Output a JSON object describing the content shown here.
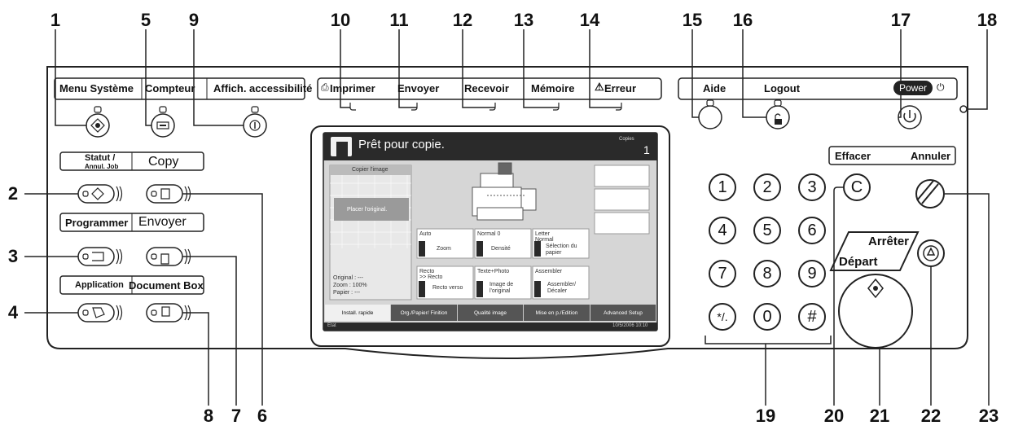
{
  "callouts": [
    "1",
    "2",
    "3",
    "4",
    "5",
    "6",
    "7",
    "8",
    "9",
    "10",
    "11",
    "12",
    "13",
    "14",
    "15",
    "16",
    "17",
    "18",
    "19",
    "20",
    "21",
    "22",
    "23"
  ],
  "panel": {
    "menu_systeme": "Menu Système",
    "compteur": "Compteur",
    "affich_access": "Affich. accessibilité",
    "imprimer": "Imprimer",
    "envoyer_ind": "Envoyer",
    "recevoir": "Recevoir",
    "memoire": "Mémoire",
    "erreur": "Erreur",
    "aide": "Aide",
    "logout": "Logout",
    "power": "Power",
    "statut": "Statut /",
    "annul_job": "Annul. Job",
    "copy": "Copy",
    "programmer": "Programmer",
    "envoyer": "Envoyer",
    "application": "Application",
    "document_box": "Document Box",
    "effacer": "Effacer",
    "annuler": "Annuler",
    "arreter": "Arrêter",
    "depart": "Départ",
    "keypad": [
      "1",
      "2",
      "3",
      "4",
      "5",
      "6",
      "7",
      "8",
      "9",
      "*/.",
      "0",
      "#",
      "C"
    ]
  },
  "screen": {
    "title": "Prêt pour copie.",
    "copies_label": "Copies",
    "copies_value": "1",
    "preview_label": "Copier l'image",
    "preview_msg": "Placer l'original.",
    "info": [
      "Original : ---",
      "Zoom : 100%",
      "Papier : ---"
    ],
    "btn_auto": "Auto",
    "btn_zoom": "Zoom",
    "btn_normal": "Normal 0",
    "btn_densite": "Densité",
    "btn_letter": "Letter",
    "btn_normal2": "Normal",
    "btn_selection": "Sélection du papier",
    "btn_recto": "Recto",
    "btn_recto2": ">> Recto",
    "btn_recto_verso": "Recto verso",
    "btn_texte": "Texte+Photo",
    "btn_image": "Image de l'original",
    "btn_assembler": "Assembler",
    "btn_assembler2": "Assembler/ Décaler",
    "tabs": [
      "Install. rapide",
      "Org./Papier/ Finition",
      "Qualité image",
      "Mise en p./Edition",
      "Advanced Setup"
    ],
    "status_left": "Etat",
    "status_right": "10/5/2006  10:10"
  }
}
